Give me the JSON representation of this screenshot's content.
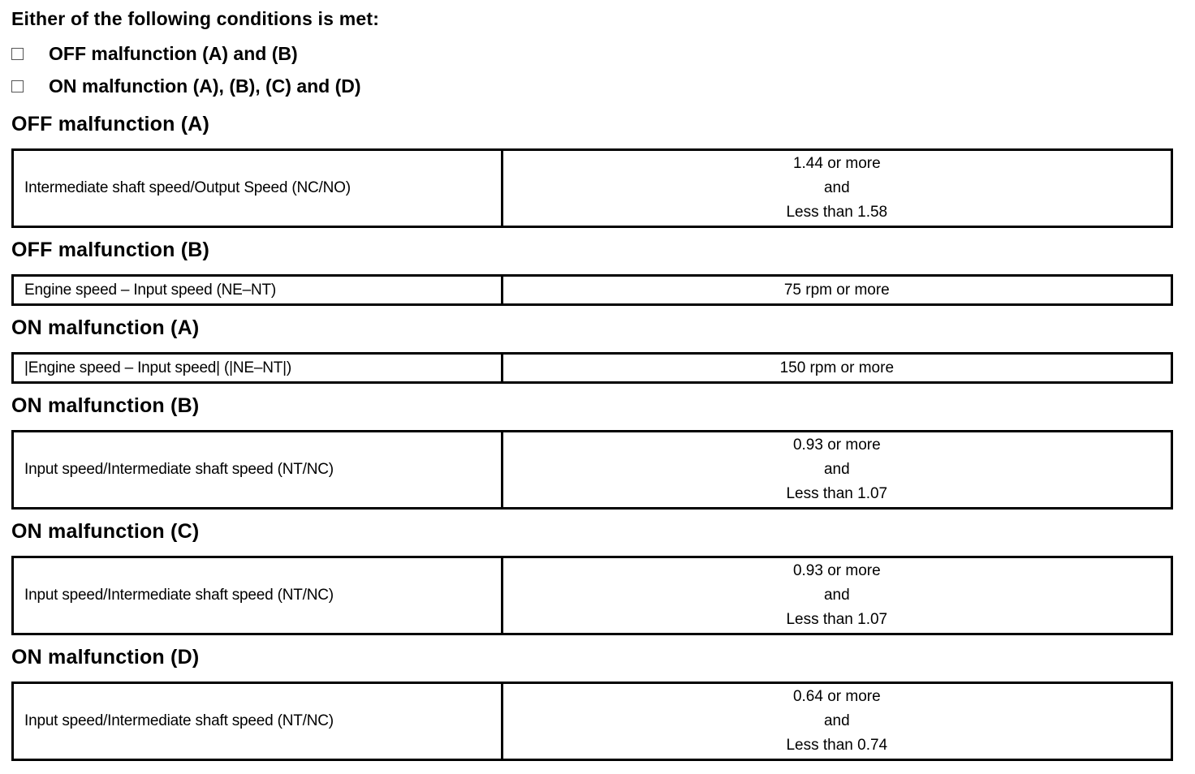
{
  "page": {
    "intro": "Either of the following conditions is met:",
    "condition_list": [
      {
        "label": "OFF malfunction (A) and (B)"
      },
      {
        "label": "ON malfunction (A), (B), (C) and (D)"
      }
    ],
    "sections": [
      {
        "heading": "OFF malfunction (A)",
        "rows": [
          {
            "parameter": "Intermediate shaft speed/Output Speed (NC/NO)",
            "condition_lines": [
              "1.44 or more",
              "and",
              "Less than 1.58"
            ]
          }
        ]
      },
      {
        "heading": "OFF malfunction (B)",
        "rows": [
          {
            "parameter": "Engine speed – Input speed (NE–NT)",
            "condition_lines": [
              "75 rpm or more"
            ]
          }
        ]
      },
      {
        "heading": "ON malfunction (A)",
        "rows": [
          {
            "parameter": "|Engine speed – Input speed| (|NE–NT|)",
            "condition_lines": [
              "150 rpm or more"
            ]
          }
        ]
      },
      {
        "heading": "ON malfunction (B)",
        "rows": [
          {
            "parameter": "Input speed/Intermediate shaft speed (NT/NC)",
            "condition_lines": [
              "0.93 or more",
              "and",
              "Less than 1.07"
            ]
          }
        ]
      },
      {
        "heading": "ON malfunction (C)",
        "rows": [
          {
            "parameter": "Input speed/Intermediate shaft speed (NT/NC)",
            "condition_lines": [
              "0.93 or more",
              "and",
              "Less than 1.07"
            ]
          }
        ]
      },
      {
        "heading": "ON malfunction (D)",
        "rows": [
          {
            "parameter": "Input speed/Intermediate shaft speed (NT/NC)",
            "condition_lines": [
              "0.64 or more",
              "and",
              "Less than 0.74"
            ]
          }
        ]
      }
    ]
  }
}
